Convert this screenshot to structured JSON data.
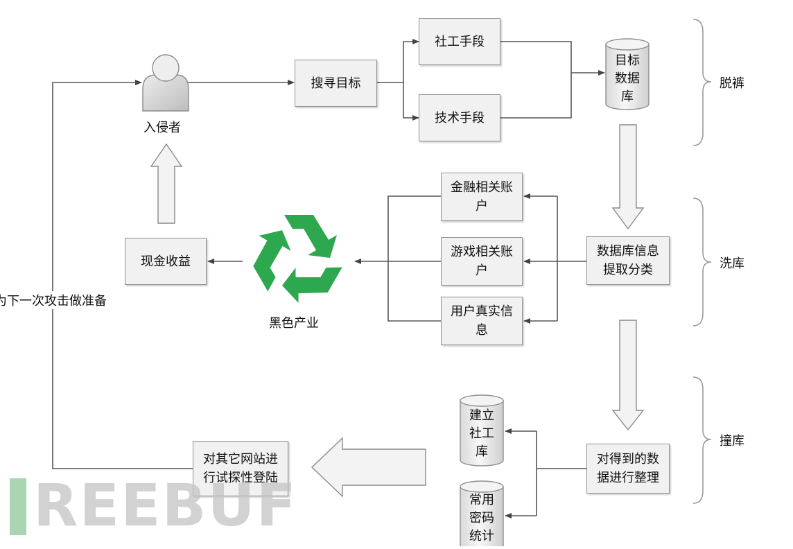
{
  "actors": {
    "intruder": "入侵者"
  },
  "nodes": {
    "search_target": "搜寻目标",
    "social_means": "社工手段",
    "tech_means": "技术手段",
    "target_db": "目标\n数据\n库",
    "finance_accounts": "金融相关账\n户",
    "game_accounts": "游戏相关账\n户",
    "real_info": "用户真实信\n息",
    "db_extract": "数据库信息\n提取分类",
    "cash_income": "现金收益",
    "black_industry": "黑色产业",
    "organize_data": "对得到的数\n据进行整理",
    "social_db": "建立\n社工\n库",
    "password_stats": "常用\n密码\n统计",
    "try_login": "对其它网站进\n行试探性登陆"
  },
  "stages": {
    "stage1": "脱裤",
    "stage2": "洗库",
    "stage3": "撞库"
  },
  "loop_label": "为下一次攻击做准备",
  "watermark": {
    "text": "REEBUF"
  },
  "colors": {
    "recycle": "#2ea84f",
    "line": "#555555",
    "box_fill": "#f1f1f1"
  }
}
